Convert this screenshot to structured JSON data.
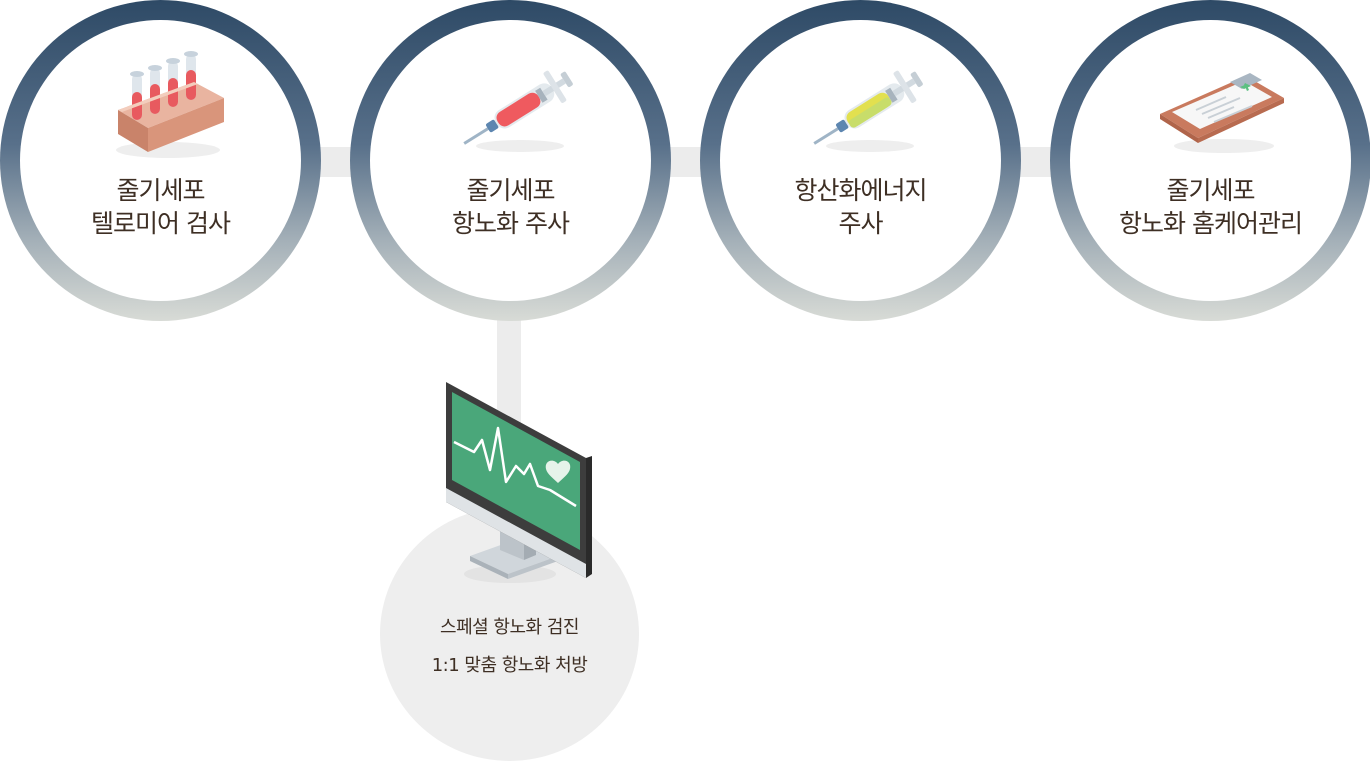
{
  "steps": [
    {
      "line1": "줄기세포",
      "line2": "텔로미어 검사",
      "icon": "test-tubes-icon"
    },
    {
      "line1": "줄기세포",
      "line2": "항노화 주사",
      "icon": "red-syringe-icon"
    },
    {
      "line1": "항산화에너지",
      "line2": "주사",
      "icon": "yellow-syringe-icon"
    },
    {
      "line1": "줄기세포",
      "line2": "항노화 홈케어관리",
      "icon": "clipboard-icon"
    }
  ],
  "sub_step": {
    "line1": "스페셜 항노화 검진",
    "line2": "1:1 맞춤 항노화 처방",
    "icon": "heart-monitor-icon"
  },
  "colors": {
    "ring_top": "#2e4a66",
    "ring_bottom": "#d8dbd6",
    "label_text": "#3e2f24",
    "connector": "#ececec",
    "sub_circle": "#eeeeee"
  }
}
